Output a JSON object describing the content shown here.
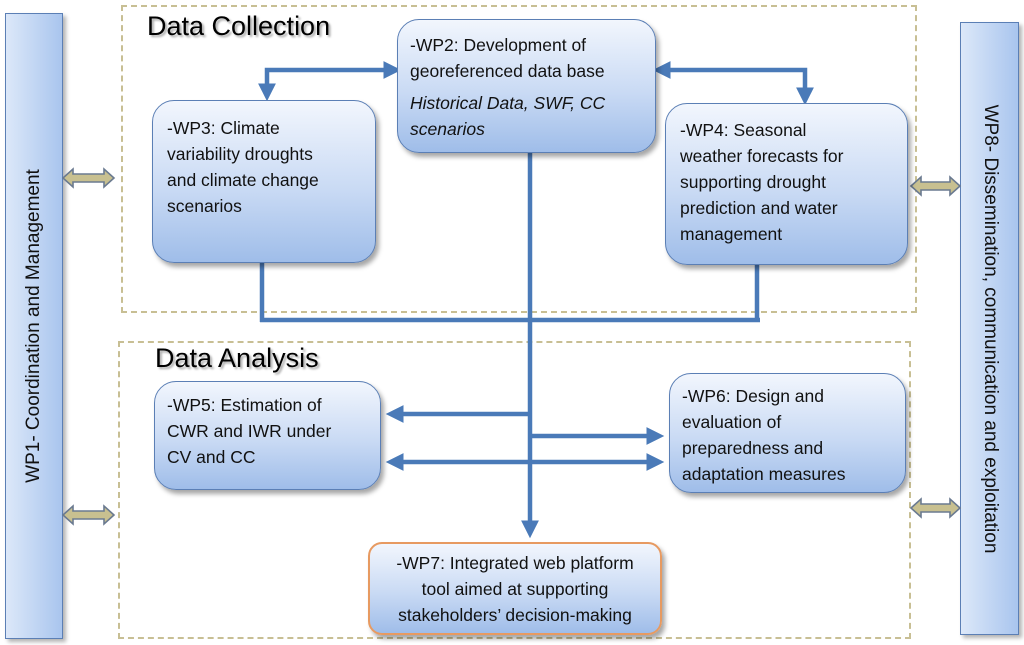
{
  "sections": {
    "collection_title": "Data Collection",
    "analysis_title": "Data Analysis"
  },
  "sidebars": {
    "left": "WP1- Coordination and Management",
    "right": "WP8- Dissemination, communication and exploitation"
  },
  "boxes": {
    "wp2": {
      "lines": [
        "-WP2: Development of",
        "georeferenced data base"
      ],
      "italic_lines": [
        "Historical Data, SWF, CC",
        "scenarios"
      ]
    },
    "wp3": {
      "lines": [
        "-WP3: Climate",
        "variability droughts",
        "and climate change",
        "scenarios"
      ]
    },
    "wp4": {
      "lines": [
        "-WP4: Seasonal",
        "weather forecasts for",
        "supporting drought",
        "prediction and water",
        "management"
      ]
    },
    "wp5": {
      "lines": [
        "-WP5: Estimation of",
        "CWR and IWR under",
        "CV and CC"
      ]
    },
    "wp6": {
      "lines": [
        "-WP6:  Design and",
        "evaluation of",
        "preparedness and",
        "adaptation measures"
      ]
    },
    "wp7": {
      "lines": [
        "-WP7: Integrated web platform",
        "tool aimed at supporting",
        "stakeholders’ decision-making"
      ]
    }
  },
  "colors": {
    "arrow": "#4a7ab8",
    "box_border": "#5b7fb5",
    "wp7_border": "#e79a61",
    "frame": "#c8bf94",
    "double_arrow_fill": "#c8c090",
    "double_arrow_stroke": "#6a7a90"
  }
}
